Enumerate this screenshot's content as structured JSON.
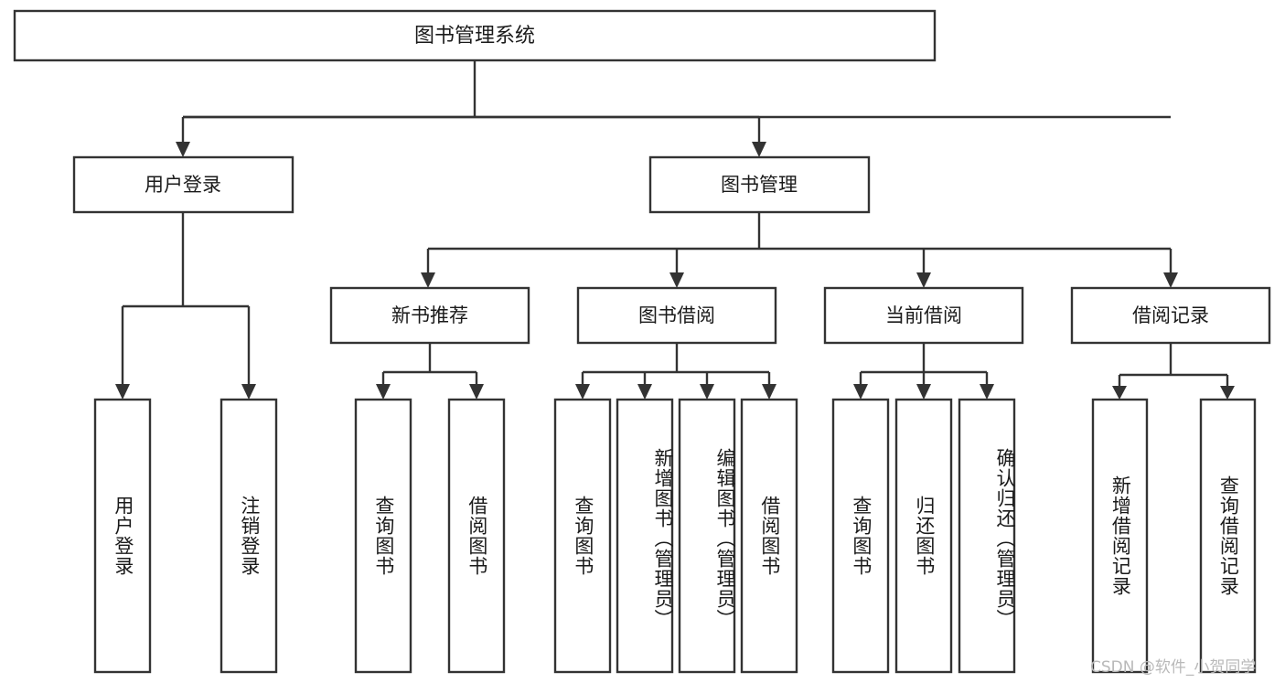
{
  "diagram": {
    "title": "图书管理系统",
    "type": "tree",
    "watermark": "CSDN @软件_小贺同学",
    "colors": {
      "stroke": "#333333",
      "box_fill": "#ffffff",
      "text": "#1a1a1a",
      "background": "#ffffff",
      "watermark": "#b9b9b9"
    },
    "levels": {
      "root": {
        "label": "图书管理系统"
      },
      "level2": [
        {
          "id": "user-login",
          "label": "用户登录"
        },
        {
          "id": "book-manage",
          "label": "图书管理"
        }
      ],
      "level3": [
        {
          "id": "new-book-recommend",
          "label": "新书推荐"
        },
        {
          "id": "book-borrow",
          "label": "图书借阅"
        },
        {
          "id": "current-borrow",
          "label": "当前借阅"
        },
        {
          "id": "borrow-record",
          "label": "借阅记录"
        }
      ],
      "leaves": [
        {
          "id": "leaf-user-login",
          "label": "用户登录",
          "parent": "user-login"
        },
        {
          "id": "leaf-logout-login",
          "label": "注销登录",
          "parent": "user-login"
        },
        {
          "id": "leaf-query-book-1",
          "label": "查询图书",
          "parent": "new-book-recommend"
        },
        {
          "id": "leaf-borrow-book-1",
          "label": "借阅图书",
          "parent": "new-book-recommend"
        },
        {
          "id": "leaf-query-book-2",
          "label": "查询图书",
          "parent": "book-borrow"
        },
        {
          "id": "leaf-add-book",
          "label": "新增图书（管理员）",
          "parent": "book-borrow"
        },
        {
          "id": "leaf-edit-book",
          "label": "编辑图书（管理员）",
          "parent": "book-borrow"
        },
        {
          "id": "leaf-borrow-book-2",
          "label": "借阅图书",
          "parent": "book-borrow"
        },
        {
          "id": "leaf-query-book-3",
          "label": "查询图书",
          "parent": "current-borrow"
        },
        {
          "id": "leaf-return-book",
          "label": "归还图书",
          "parent": "current-borrow"
        },
        {
          "id": "leaf-confirm-return",
          "label": "确认归还（管理员）",
          "parent": "current-borrow"
        },
        {
          "id": "leaf-add-record",
          "label": "新增借阅记录",
          "parent": "borrow-record"
        },
        {
          "id": "leaf-query-record",
          "label": "查询借阅记录",
          "parent": "borrow-record"
        }
      ]
    }
  }
}
